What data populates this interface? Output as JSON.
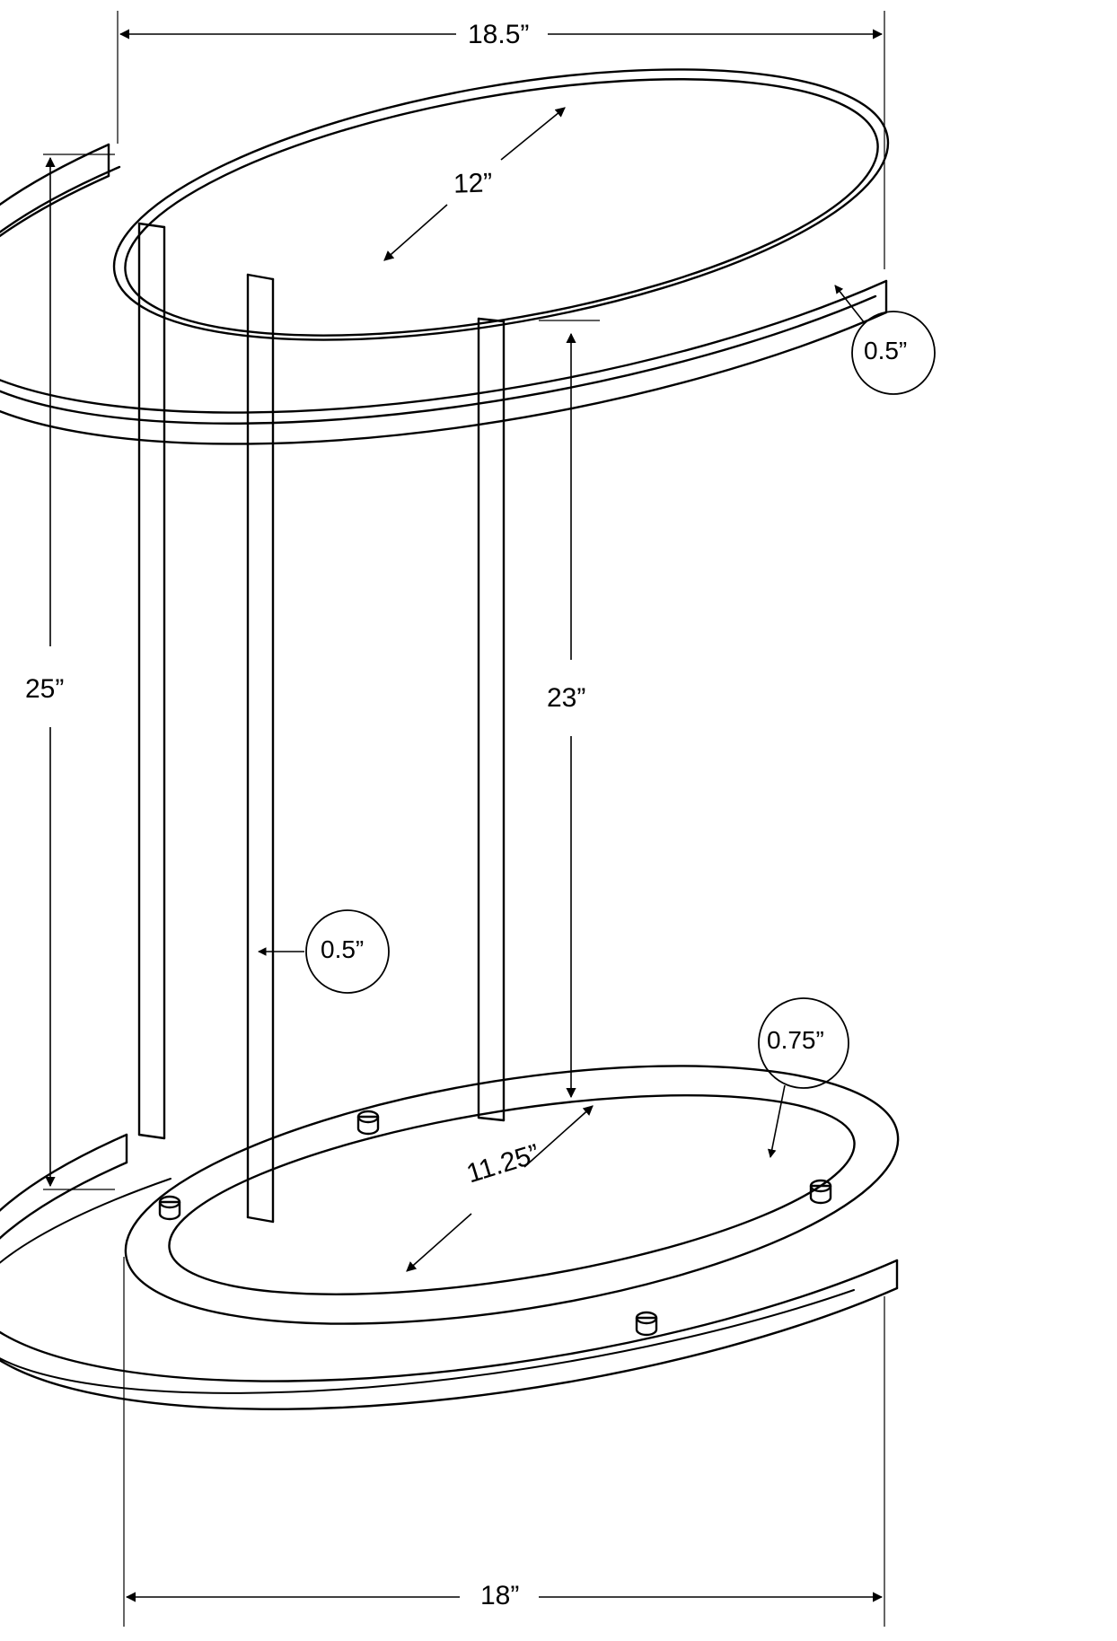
{
  "diagram": {
    "type": "technical-line-drawing",
    "subject": "oval-top-c-shaped-accent-side-table",
    "units": "inches",
    "background_color": "#ffffff",
    "line_color": "#000000"
  },
  "dimensions": {
    "top_width": "18.5”",
    "top_depth": "12”",
    "top_thickness": "0.5”",
    "overall_height": "25”",
    "clearance_height": "23”",
    "leg_thickness": "0.5”",
    "base_depth": "11.25”",
    "base_thickness": "0.75”",
    "base_width": "18”"
  },
  "callouts": [
    {
      "id": "top-width",
      "label": "18.5”",
      "style": "linear-arrow-horizontal",
      "position": "top"
    },
    {
      "id": "top-depth",
      "label": "12”",
      "style": "linear-arrow-diagonal",
      "position": "tabletop-center"
    },
    {
      "id": "top-thickness",
      "label": "0.5”",
      "style": "circle-leader",
      "position": "tabletop-right-edge"
    },
    {
      "id": "overall-height",
      "label": "25”",
      "style": "linear-arrow-vertical",
      "position": "left"
    },
    {
      "id": "clearance-height",
      "label": "23”",
      "style": "linear-arrow-vertical",
      "position": "center"
    },
    {
      "id": "leg-thickness",
      "label": "0.5”",
      "style": "circle-leader",
      "position": "mid-leg"
    },
    {
      "id": "base-depth",
      "label": "11.25”",
      "style": "linear-arrow-diagonal",
      "position": "base-center"
    },
    {
      "id": "base-thickness",
      "label": "0.75”",
      "style": "circle-leader",
      "position": "base-right"
    },
    {
      "id": "base-width",
      "label": "18”",
      "style": "linear-arrow-horizontal",
      "position": "bottom"
    }
  ]
}
